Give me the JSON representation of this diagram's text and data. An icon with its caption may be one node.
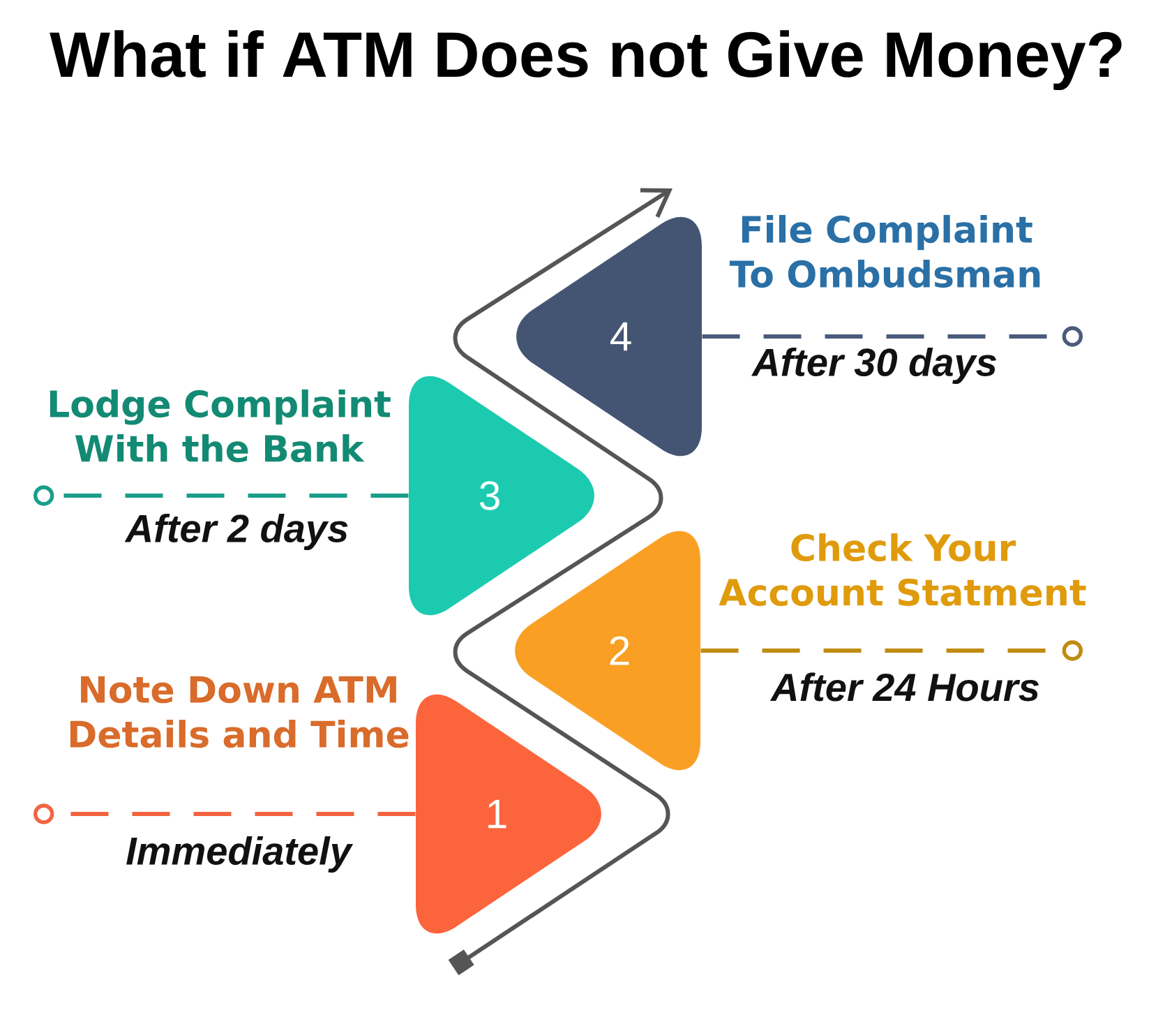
{
  "diagram": {
    "title": "What if ATM Does not Give Money?",
    "nodes": [
      {
        "text": [
          "1"
        ],
        "beside": [
          "Note Down ATM Details and Time",
          "Immediately"
        ]
      },
      {
        "text": [
          "2"
        ],
        "beside": [
          "Check Your Account Statment",
          "After 24 Hours"
        ]
      },
      {
        "text": [
          "3"
        ],
        "beside": [
          "Lodge Complaint With the Bank",
          "After 2 days"
        ]
      },
      {
        "text": [
          "4"
        ],
        "beside": [
          "File Complaint To Ombudsman",
          "After 30 days"
        ]
      }
    ],
    "edges": [
      {
        "from": 0,
        "to": null,
        "arrow": "other",
        "style": "dashed",
        "color": "#f26440"
      },
      {
        "from": 1,
        "to": null,
        "arrow": "other",
        "style": "dashed",
        "color": "#c08b11"
      },
      {
        "from": 2,
        "to": null,
        "arrow": "other",
        "style": "dashed",
        "color": "#1a9e8a"
      },
      {
        "from": 3,
        "to": null,
        "arrow": "other",
        "style": "dashed",
        "color": "#4a5b7b"
      }
    ]
  }
}
